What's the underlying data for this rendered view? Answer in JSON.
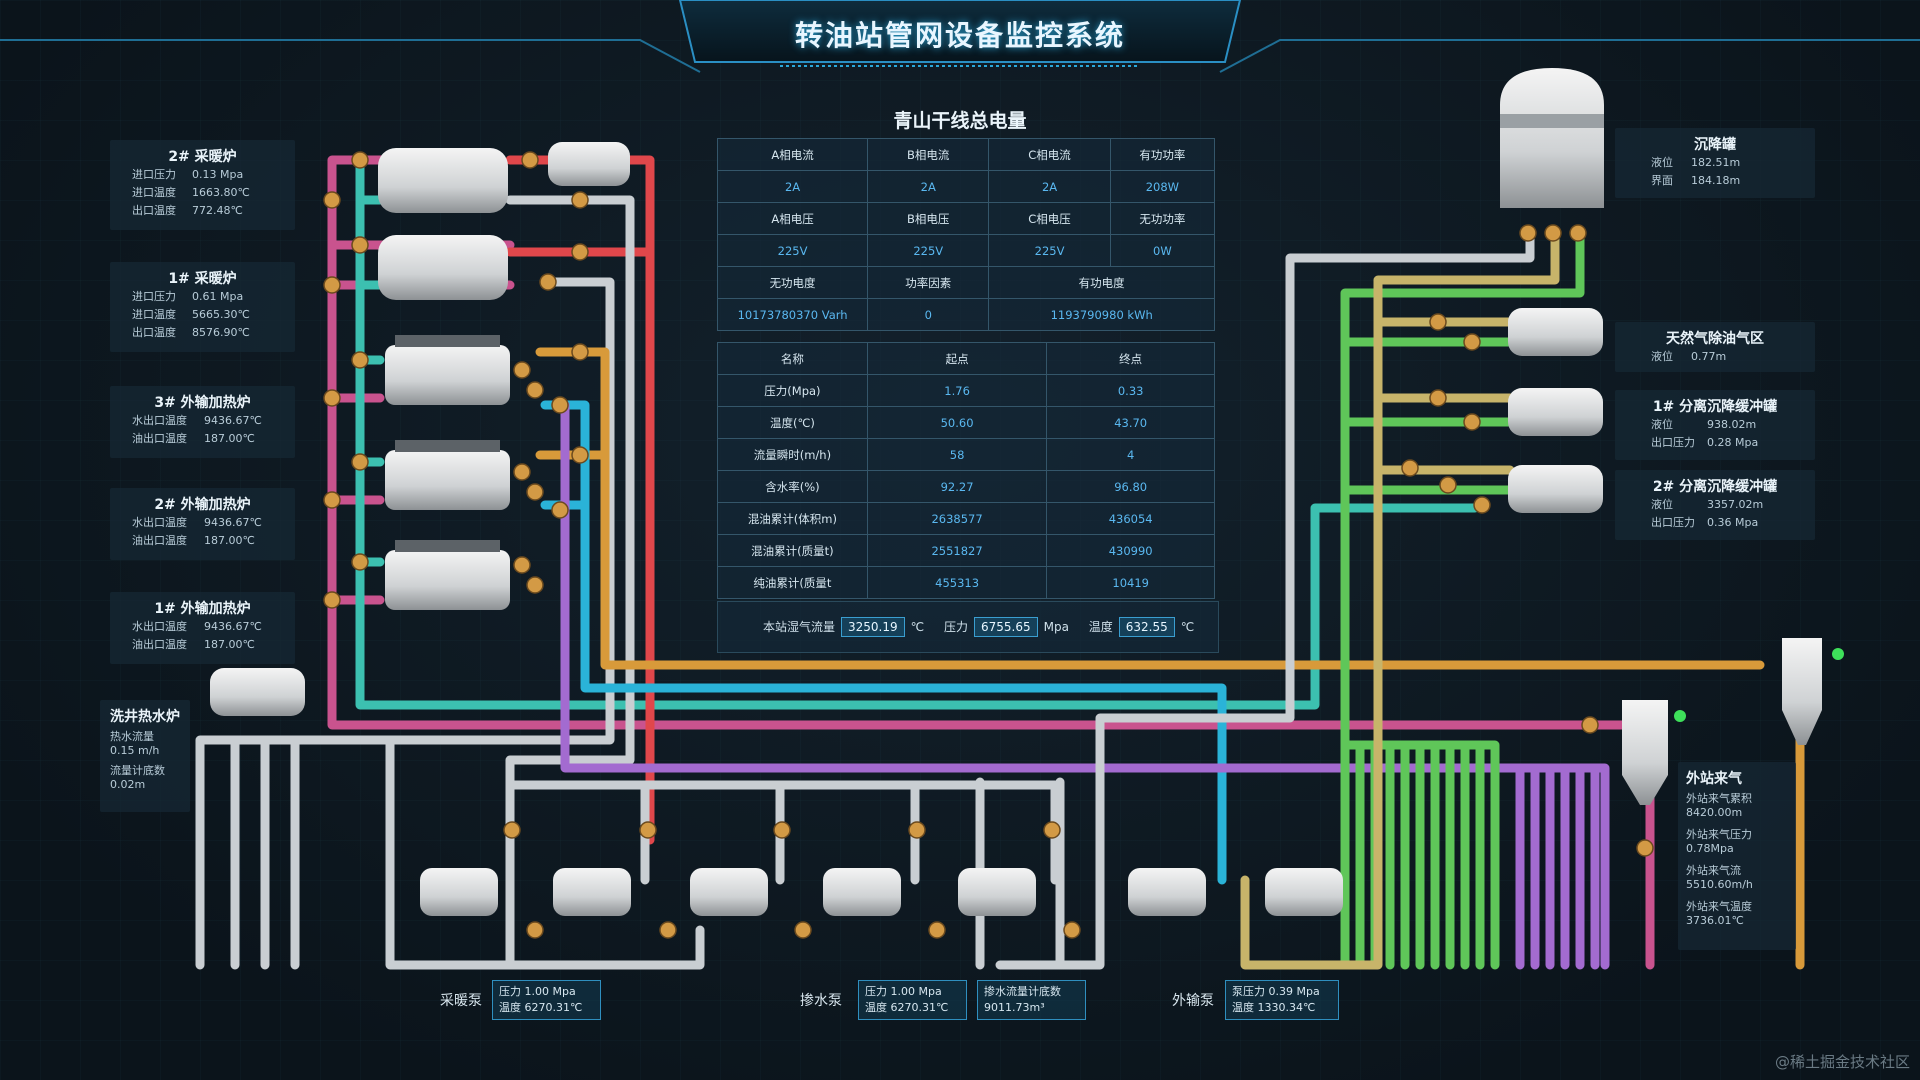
{
  "header": {
    "title": "转油站管网设备监控系统"
  },
  "left_panels": [
    {
      "title": "2# 采暖炉",
      "rows": [
        [
          "进口压力",
          "0.13 Mpa"
        ],
        [
          "进口温度",
          "1663.80℃"
        ],
        [
          "出口温度",
          "772.48℃"
        ]
      ]
    },
    {
      "title": "1# 采暖炉",
      "rows": [
        [
          "进口压力",
          "0.61 Mpa"
        ],
        [
          "进口温度",
          "5665.30℃"
        ],
        [
          "出口温度",
          "8576.90℃"
        ]
      ]
    },
    {
      "title": "3# 外输加热炉",
      "rows": [
        [
          "水出口温度",
          "9436.67℃"
        ],
        [
          "油出口温度",
          "187.00℃"
        ]
      ]
    },
    {
      "title": "2# 外输加热炉",
      "rows": [
        [
          "水出口温度",
          "9436.67℃"
        ],
        [
          "油出口温度",
          "187.00℃"
        ]
      ]
    },
    {
      "title": "1# 外输加热炉",
      "rows": [
        [
          "水出口温度",
          "9436.67℃"
        ],
        [
          "油出口温度",
          "187.00℃"
        ]
      ]
    }
  ],
  "washer": {
    "title": "洗井热水炉",
    "l1": "热水流量",
    "v1": "0.15 m/h",
    "l2": "流量计底数",
    "v2": "0.02m"
  },
  "right_panels": [
    {
      "title": "沉降罐",
      "rows": [
        [
          "液位",
          "182.51m"
        ],
        [
          "界面",
          "184.18m"
        ]
      ]
    },
    {
      "title": "天然气除油气区",
      "rows": [
        [
          "液位",
          "0.77m"
        ]
      ]
    },
    {
      "title": "1# 分离沉降缓冲罐",
      "rows": [
        [
          "液位",
          "938.02m"
        ],
        [
          "出口压力",
          "0.28 Mpa"
        ]
      ]
    },
    {
      "title": "2# 分离沉降缓冲罐",
      "rows": [
        [
          "液位",
          "3357.02m"
        ],
        [
          "出口压力",
          "0.36 Mpa"
        ]
      ]
    }
  ],
  "ext_gas": {
    "title": "外站来气",
    "items": [
      [
        "外站来气累积",
        "8420.00m"
      ],
      [
        "外站来气压力",
        "0.78Mpa"
      ],
      [
        "外站来气流",
        "5510.60m/h"
      ],
      [
        "外站来气温度",
        "3736.01℃"
      ]
    ]
  },
  "power": {
    "title": "青山干线总电量",
    "r1": [
      "A相电流",
      "B相电流",
      "C相电流",
      "有功功率"
    ],
    "r2": [
      "2A",
      "2A",
      "2A",
      "208W"
    ],
    "r3": [
      "A相电压",
      "B相电压",
      "C相电压",
      "无功功率"
    ],
    "r4": [
      "225V",
      "225V",
      "225V",
      "0W"
    ],
    "r5": [
      "无功电度",
      "功率因素",
      "有功电度"
    ],
    "r6": [
      "10173780370 Varh",
      "0",
      "1193790980 kWh"
    ]
  },
  "stats": {
    "headers": [
      "名称",
      "起点",
      "终点"
    ],
    "rows": [
      [
        "压力(Mpa)",
        "1.76",
        "0.33"
      ],
      [
        "温度(℃)",
        "50.60",
        "43.70"
      ],
      [
        "流量瞬时(m/h)",
        "58",
        "4"
      ],
      [
        "含水率(%)",
        "92.27",
        "96.80"
      ],
      [
        "混油累计(体积m)",
        "2638577",
        "436054"
      ],
      [
        "混油累计(质量t)",
        "2551827",
        "430990"
      ],
      [
        "纯油累计(质量t",
        "455313",
        "10419"
      ]
    ]
  },
  "flow": {
    "label": "本站湿气流量",
    "value": "3250.19",
    "unit1": "℃",
    "p_label": "压力",
    "p_value": "6755.65",
    "p_unit": "Mpa",
    "t_label": "温度",
    "t_value": "632.55",
    "t_unit": "℃"
  },
  "bottom": {
    "heat_pump": {
      "label": "采暖泵",
      "l1": "压力",
      "v1": "1.00 Mpa",
      "l2": "温度",
      "v2": "6270.31℃"
    },
    "mix_pump": {
      "label": "掺水泵",
      "l1": "压力",
      "v1": "1.00 Mpa",
      "l2": "温度",
      "v2": "6270.31℃",
      "l3": "掺水流量计底数",
      "v3": "9011.73m³"
    },
    "out_pump": {
      "label": "外输泵",
      "l1": "泵压力",
      "v1": "0.39 Mpa",
      "l2": "温度",
      "v2": "1330.34℃"
    }
  },
  "watermark": "@稀土掘金技术社区"
}
